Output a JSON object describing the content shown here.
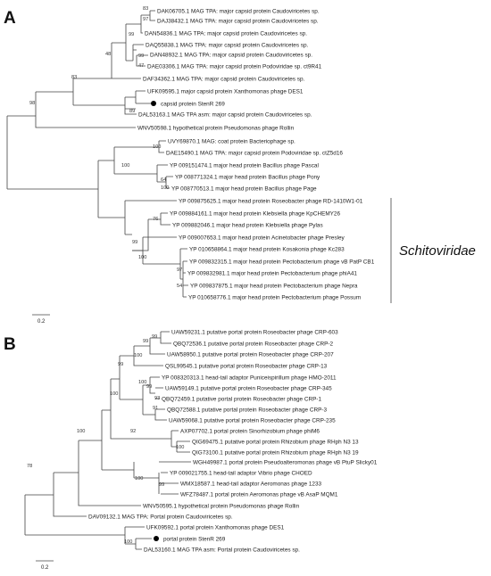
{
  "panels": [
    {
      "label": "A",
      "scale": "0.2",
      "clade_label": "Schitoviridae",
      "leaves": [
        "DAK06705.1 MAG TPA: major capsid protein Caudoviricetes sp.",
        "DAJ38432.1 MAG TPA: major capsid protein Caudoviricetes sp.",
        "DAN54836.1 MAG TPA: major capsid protein Caudoviricetes sp.",
        "DAQ55838.1 MAG TPA: major capsid protein Caudoviricetes sp.",
        "DAN48932.1 MAG TPA: major capsid protein Caudoviricetes sp.",
        "DAE03306.1 MAG TPA: major capsid protein Podoviridae sp. ct9R41",
        "DAF34362.1 MAG TPA: major capsid protein Caudoviricetes sp.",
        "UFK09595.1 major capsid protein Xanthomonas phage DES1",
        "capsid protein StenR 269",
        "DAL53163.1 MAG TPA asm: major capsid protein Caudoviricetes sp.",
        "WNV50598.1 hypothetical protein Pseudomonas phage Rollin",
        "UVY69870.1 MAG: coat protein Bacteriophage sp.",
        "DAE15490.1 MAG TPA: major capsid protein Podoviridae sp. ctZ5d16",
        "YP 009151474.1 major head protein Bacillus phage Pascal",
        "YP 008771324.1 major head protein Bacillus phage Pony",
        "YP 008770513.1 major head protein Bacillus phage Page",
        "YP 009875625.1 major head protein Roseobacter phage RD-1410W1-01",
        "YP 009884161.1 major head protein Klebsiella phage KpCHEMY26",
        "YP 009882046.1 major head protein Klebsiella phage Pylas",
        "YP 009007653.1 major head protein Acinetobacter phage Presley",
        "YP 010658864.1 major head protein Kosakonia phage Kc283",
        "YP 009832315.1 major head protein Pectobacterium phage vB PatP CB1",
        "YP 009832981.1 major head protein Pectobacterium phage phiA41",
        "YP 009837875.1 major head protein Pectobacterium phage Nepra",
        "YP 010658776.1 major head protein Pectobacterium phage Possum"
      ],
      "bootstraps": [
        "83",
        "97",
        "99",
        "47",
        "99",
        "48",
        "83",
        "98",
        "89",
        "100",
        "64",
        "100",
        "100",
        "76",
        "99",
        "97",
        "54",
        "100"
      ]
    },
    {
      "label": "B",
      "scale": "0.2",
      "leaves": [
        "UAW59231.1 putative portal protein Roseobacter phage CRP-603",
        "QBQ72536.1 putative portal protein Roseobacter phage CRP-2",
        "UAW58950.1 putative portal protein Roseobacter phage CRP-207",
        "QSL99545.1 putative portal protein Roseobacter phage CRP-13",
        "YP 008320313.1 head-tail adaptor Puniceispirillum phage HMO-2011",
        "UAW59149.1 putative portal protein Roseobacter phage CRP-345",
        "QBQ72459.1 putative portal protein Roseobacter phage CRP-1",
        "QBQ72588.1 putative portal protein Roseobacter phage CRP-3",
        "UAW59068.1 putative portal protein Roseobacter phage CRP-235",
        "AXP07702.1 portal protein Sinorhizobium phage phiM6",
        "QIG69475.1 putative portal protein Rhizobium phage RHph N3 13",
        "QIG73100.1 putative portal protein Rhizobium phage RHph N3 19",
        "WGH49987.1 portal protein Pseudoalteromonas phage vB PtuP Slicky01",
        "YP 009021755.1 head-tail adaptor Vibrio phage CHOED",
        "WMX18587.1 head-tail adaptor Aeromonas phage 1233",
        "WFZ78487.1 portal protein Aeromonas phage vB AsaP MQM1",
        "WNV50595.1 hypothetical protein Pseudomonas phage Rollin",
        "DAV09132.1 MAG TPA: Portal protein Caudoviricetes sp.",
        "UFK09592.1 portal protein Xanthomonas phage DES1",
        "portal protein StenR 269",
        "DAL53160.1 MAG TPA asm: Portal protein Caudoviricetes sp."
      ],
      "bootstraps": [
        "99",
        "99",
        "100",
        "99",
        "99",
        "100",
        "93",
        "91",
        "100",
        "92",
        "100",
        "99",
        "100",
        "100",
        "78",
        "100"
      ]
    }
  ]
}
